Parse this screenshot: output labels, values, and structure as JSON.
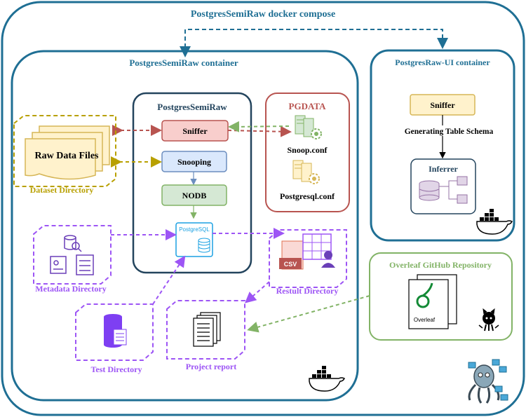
{
  "title": "PostgresSemiRaw docker compose",
  "main_container": {
    "label": "PostgresSemiRaw container"
  },
  "ui_container": {
    "label": "PostgresRaw-UI container",
    "sniffer": "Sniffer",
    "edge_label": "Generating Table Schema",
    "inferrer": "Inferrer"
  },
  "engine": {
    "label": "PostgresSemiRaw",
    "sniffer": "Sniffer",
    "snooping": "Snooping",
    "nodb": "NODB",
    "db_label": "PostgreSQL"
  },
  "pgdata": {
    "label": "PGDATA",
    "snoop_conf": "Snoop.conf",
    "postgresql_conf": "Postgresql.conf"
  },
  "dataset": {
    "files": "Raw Data Files",
    "label": "Dataset Directory"
  },
  "metadata": {
    "label": "Metadata Directory"
  },
  "result": {
    "label": "Restult Directory",
    "csv": "CSV"
  },
  "test": {
    "label": "Test Directory"
  },
  "report": {
    "label": "Project report"
  },
  "overleaf": {
    "label": "Overleaf GitHub Repository",
    "logo_text": "Overleaf"
  },
  "colors": {
    "blue": "#1f6f94",
    "red": "#b85450",
    "green": "#82b366",
    "purple": "#9d55f5",
    "gold": "#b8a000",
    "dark": "#23445d"
  }
}
